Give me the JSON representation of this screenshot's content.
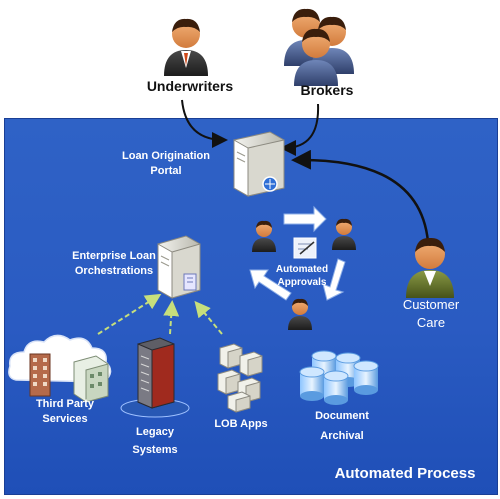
{
  "labels": {
    "underwriters": "Underwriters",
    "brokers": "Brokers",
    "portal_line1": "Loan Origination",
    "portal_line2": "Portal",
    "orchestration_line1": "Enterprise Loan",
    "orchestration_line2": "Orchestrations",
    "approvals_line1": "Automated",
    "approvals_line2": "Approvals",
    "customer_line1": "Customer",
    "customer_line2": "Care",
    "third_party_line1": "Third Party",
    "third_party_line2": "Services",
    "legacy_line1": "Legacy",
    "legacy_line2": "Systems",
    "lob_apps": "LOB Apps",
    "archival_line1": "Document",
    "archival_line2": "Archival",
    "panel_title": "Automated Process"
  },
  "colors": {
    "panel_blue": "#2a5bc2",
    "arrow_black": "#111111",
    "arrow_green": "#b8d66b",
    "cycle_white": "#ffffff"
  }
}
